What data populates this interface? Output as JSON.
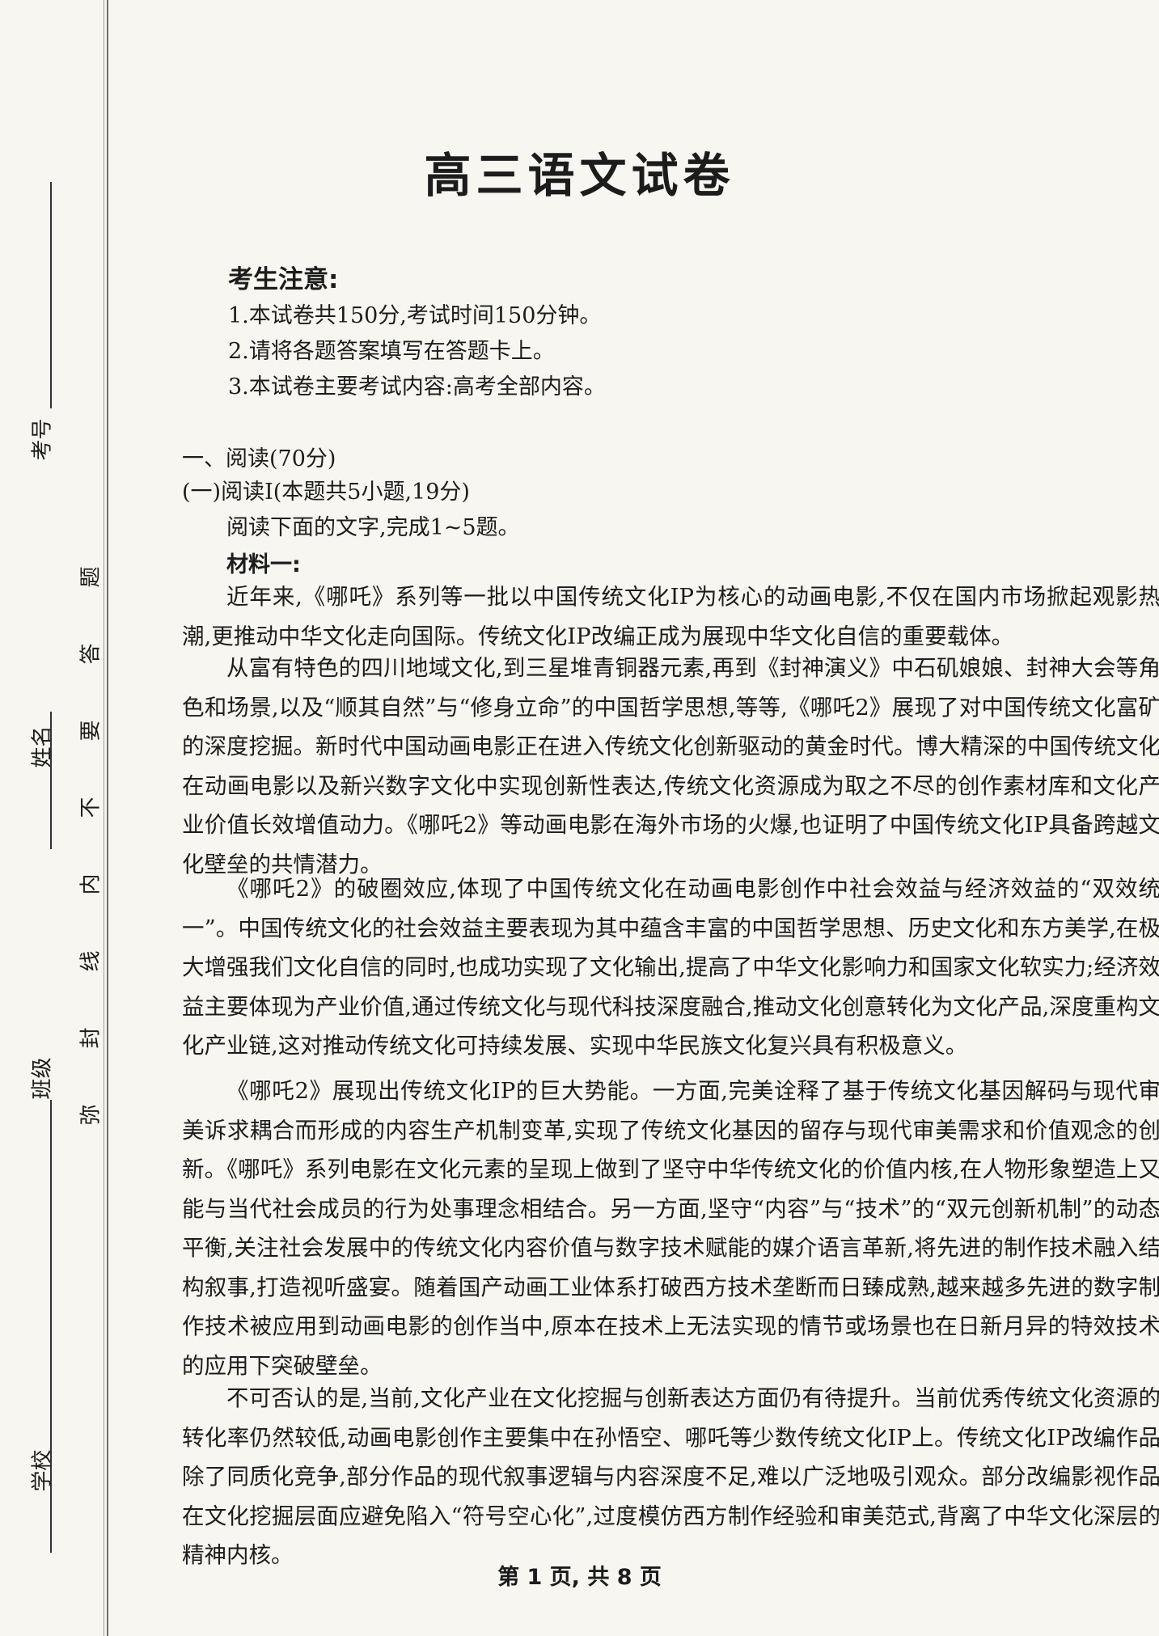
{
  "binding": {
    "labels": [
      "考号",
      "姓名",
      "班级",
      "学校"
    ],
    "seal_chars": [
      "题",
      "答",
      "要",
      "不",
      "内",
      "线",
      "封",
      "弥"
    ]
  },
  "title": "高三语文试卷",
  "notice": {
    "heading": "考生注意:",
    "items": [
      "1.本试卷共150分,考试时间150分钟。",
      "2.请将各题答案填写在答题卡上。",
      "3.本试卷主要考试内容:高考全部内容。"
    ]
  },
  "section1": "一、阅读(70分)",
  "subsection1": "(一)阅读Ⅰ(本题共5小题,19分)",
  "instruction": "阅读下面的文字,完成1~5题。",
  "material_label": "材料一:",
  "paragraphs": [
    "近年来,《哪吒》系列等一批以中国传统文化IP为核心的动画电影,不仅在国内市场掀起观影热潮,更推动中华文化走向国际。传统文化IP改编正成为展现中华文化自信的重要载体。",
    "从富有特色的四川地域文化,到三星堆青铜器元素,再到《封神演义》中石矶娘娘、封神大会等角色和场景,以及“顺其自然”与“修身立命”的中国哲学思想,等等,《哪吒2》展现了对中国传统文化富矿的深度挖掘。新时代中国动画电影正在进入传统文化创新驱动的黄金时代。博大精深的中国传统文化在动画电影以及新兴数字文化中实现创新性表达,传统文化资源成为取之不尽的创作素材库和文化产业价值长效增值动力。《哪吒2》等动画电影在海外市场的火爆,也证明了中国传统文化IP具备跨越文化壁垒的共情潜力。",
    "《哪吒2》的破圈效应,体现了中国传统文化在动画电影创作中社会效益与经济效益的“双效统一”。中国传统文化的社会效益主要表现为其中蕴含丰富的中国哲学思想、历史文化和东方美学,在极大增强我们文化自信的同时,也成功实现了文化输出,提高了中华文化影响力和国家文化软实力;经济效益主要体现为产业价值,通过传统文化与现代科技深度融合,推动文化创意转化为文化产品,深度重构文化产业链,这对推动传统文化可持续发展、实现中华民族文化复兴具有积极意义。",
    "《哪吒2》展现出传统文化IP的巨大势能。一方面,完美诠释了基于传统文化基因解码与现代审美诉求耦合而形成的内容生产机制变革,实现了传统文化基因的留存与现代审美需求和价值观念的创新。《哪吒》系列电影在文化元素的呈现上做到了坚守中华传统文化的价值内核,在人物形象塑造上又能与当代社会成员的行为处事理念相结合。另一方面,坚守“内容”与“技术”的“双元创新机制”的动态平衡,关注社会发展中的传统文化内容价值与数字技术赋能的媒介语言革新,将先进的制作技术融入结构叙事,打造视听盛宴。随着国产动画工业体系打破西方技术垄断而日臻成熟,越来越多先进的数字制作技术被应用到动画电影的创作当中,原本在技术上无法实现的情节或场景也在日新月异的特效技术的应用下突破壁垒。",
    "不可否认的是,当前,文化产业在文化挖掘与创新表达方面仍有待提升。当前优秀传统文化资源的转化率仍然较低,动画电影创作主要集中在孙悟空、哪吒等少数传统文化IP上。传统文化IP改编作品除了同质化竞争,部分作品的现代叙事逻辑与内容深度不足,难以广泛地吸引观众。部分改编影视作品在文化挖掘层面应避免陷入“符号空心化”,过度模仿西方制作经验和审美范式,背离了中华文化深层的精神内核。"
  ],
  "footer": "第 1 页, 共 8 页"
}
